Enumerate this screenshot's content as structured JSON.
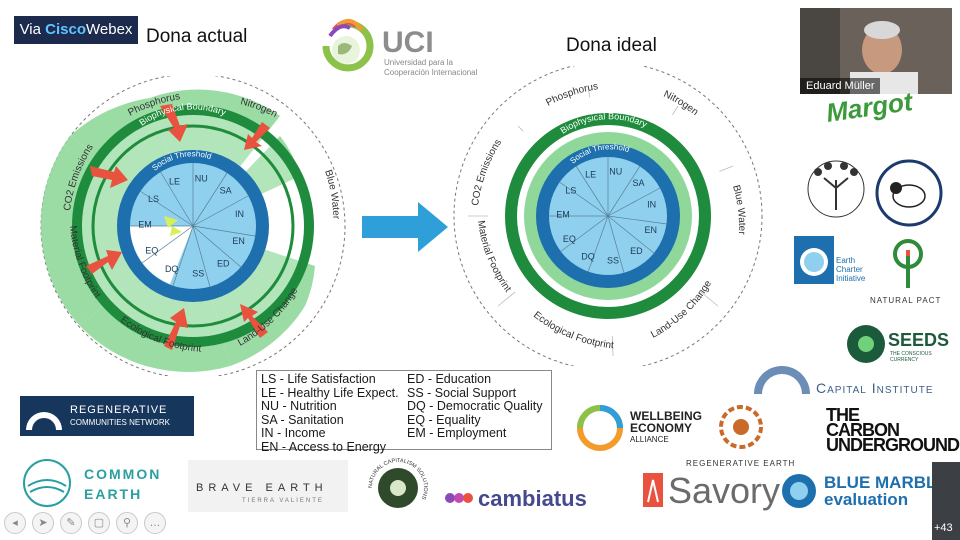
{
  "webex": {
    "prefix": "Via ",
    "brand1": "Cisco",
    "brand2": "Webex"
  },
  "titles": {
    "current": "Dona actual",
    "ideal": "Dona ideal"
  },
  "uci": {
    "name": "UCI",
    "sub1": "Universidad para la",
    "sub2": "Cooperación Internacional"
  },
  "donut_labels": {
    "phosphorus": "Phosphorus",
    "nitrogen": "Nitrogen",
    "blue_water": "Blue Water",
    "land_use": "Land-Use Change",
    "eco_footprint": "Ecological Footprint",
    "material": "Material Footprint",
    "co2": "CO2 Emissions",
    "bio_boundary": "Biophysical Boundary",
    "social_threshold": "Social Threshold"
  },
  "social_codes": [
    "NU",
    "SA",
    "IN",
    "EN",
    "ED",
    "SS",
    "DQ",
    "EQ",
    "EM",
    "LS",
    "LE"
  ],
  "legend": {
    "left": [
      "LS - Life Satisfaction",
      "LE - Healthy Life Expect.",
      "NU - Nutrition",
      "SA - Sanitation",
      "IN - Income",
      "EN - Access to Energy"
    ],
    "right": [
      "ED - Education",
      "SS - Social Support",
      "DQ - Democratic Quality",
      "EQ - Equality",
      "EM - Employment"
    ]
  },
  "video": {
    "participant": "Eduard Müller"
  },
  "logos": {
    "margot": "Margot",
    "earth_charter": [
      "Earth",
      "Charter",
      "Initiative"
    ],
    "natural_pact": "NATURAL PACT",
    "seeds": "SEEDS",
    "seeds_sub": "THE CONSCIOUS CURRENCY",
    "capital_institute": "Capital Institute",
    "regen_network": [
      "REGENERATIVE",
      "COMMUNITIES NETWORK"
    ],
    "wellbeing": [
      "WELLBEING",
      "ECONOMY",
      "ALLIANCE"
    ],
    "carbon_underground": [
      "THE",
      "CARBON",
      "UNDERGROUND"
    ],
    "common_earth": [
      "COMMON",
      "EARTH"
    ],
    "brave_earth": "BRAVE EARTH",
    "brave_earth_sub": "TIERRA VALIENTE",
    "ncs": "NATURAL CAPITALISM SOLUTIONS",
    "cambiatus": "cambiatus",
    "regen_earth": "REGENERATIVE EARTH",
    "savory": "Savory",
    "blue_marble": [
      "BLUE MARBLE",
      "evaluation"
    ]
  },
  "more_count": "+43",
  "colors": {
    "dark_green": "#1e8c3c",
    "light_green": "#8fd89a",
    "dark_blue": "#1d6fae",
    "light_blue": "#8fd0ee",
    "arrow_red": "#e8523e",
    "arrow_blue": "#2e9fd8"
  }
}
